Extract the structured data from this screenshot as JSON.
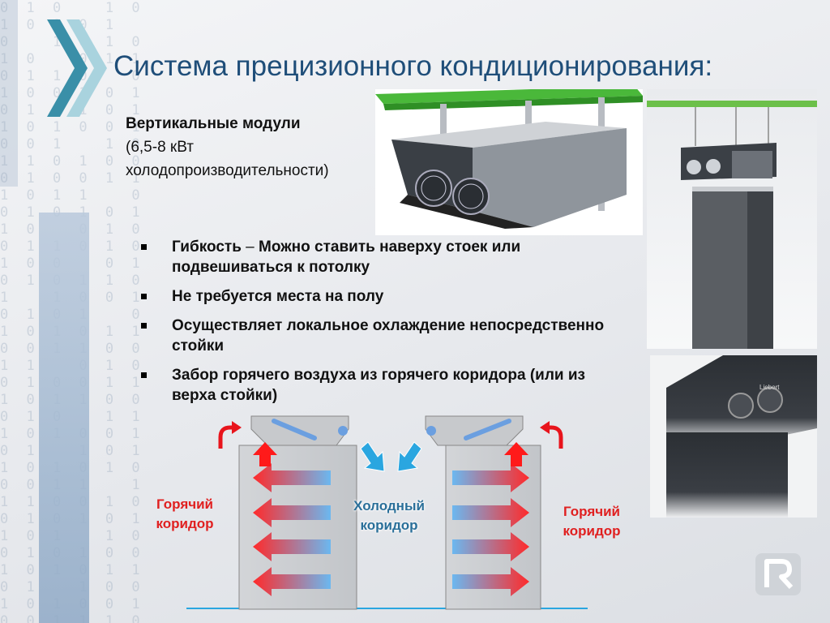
{
  "slide": {
    "title": "Система прецизионного кондиционирования:",
    "subtitle_bold": "Вертикальные модули",
    "subtitle_line2": "(6,5-8 кВт",
    "subtitle_line3": "холодопроизводительности)"
  },
  "bullets": [
    {
      "strong": "Гибкость",
      "dash": " – ",
      "rest": "Можно ставить наверху стоек или подвешиваться к потолку"
    },
    {
      "strong": "Не требуется места на полу",
      "dash": "",
      "rest": ""
    },
    {
      "strong": "Осуществляет локальное охлаждение непосредственно стойки",
      "dash": "",
      "rest": ""
    },
    {
      "strong": "Забор горячего воздуха из горячего коридора (или из верха стойки)",
      "dash": "",
      "rest": ""
    }
  ],
  "diagram": {
    "hot_left_1": "Горячий",
    "hot_left_2": "коридор",
    "cold_1": "Холодный",
    "cold_2": "коридор",
    "hot_right_1": "Горячий",
    "hot_right_2": "коридор"
  },
  "photo_brand": "Liebert",
  "colors": {
    "title": "#1f4e79",
    "hot": "#e02020",
    "cold": "#2aa6e0",
    "chevron": "#3a8fa8"
  },
  "icons": [
    "chevron-logo-icon",
    "bullet-square-icon",
    "company-logo-icon"
  ]
}
